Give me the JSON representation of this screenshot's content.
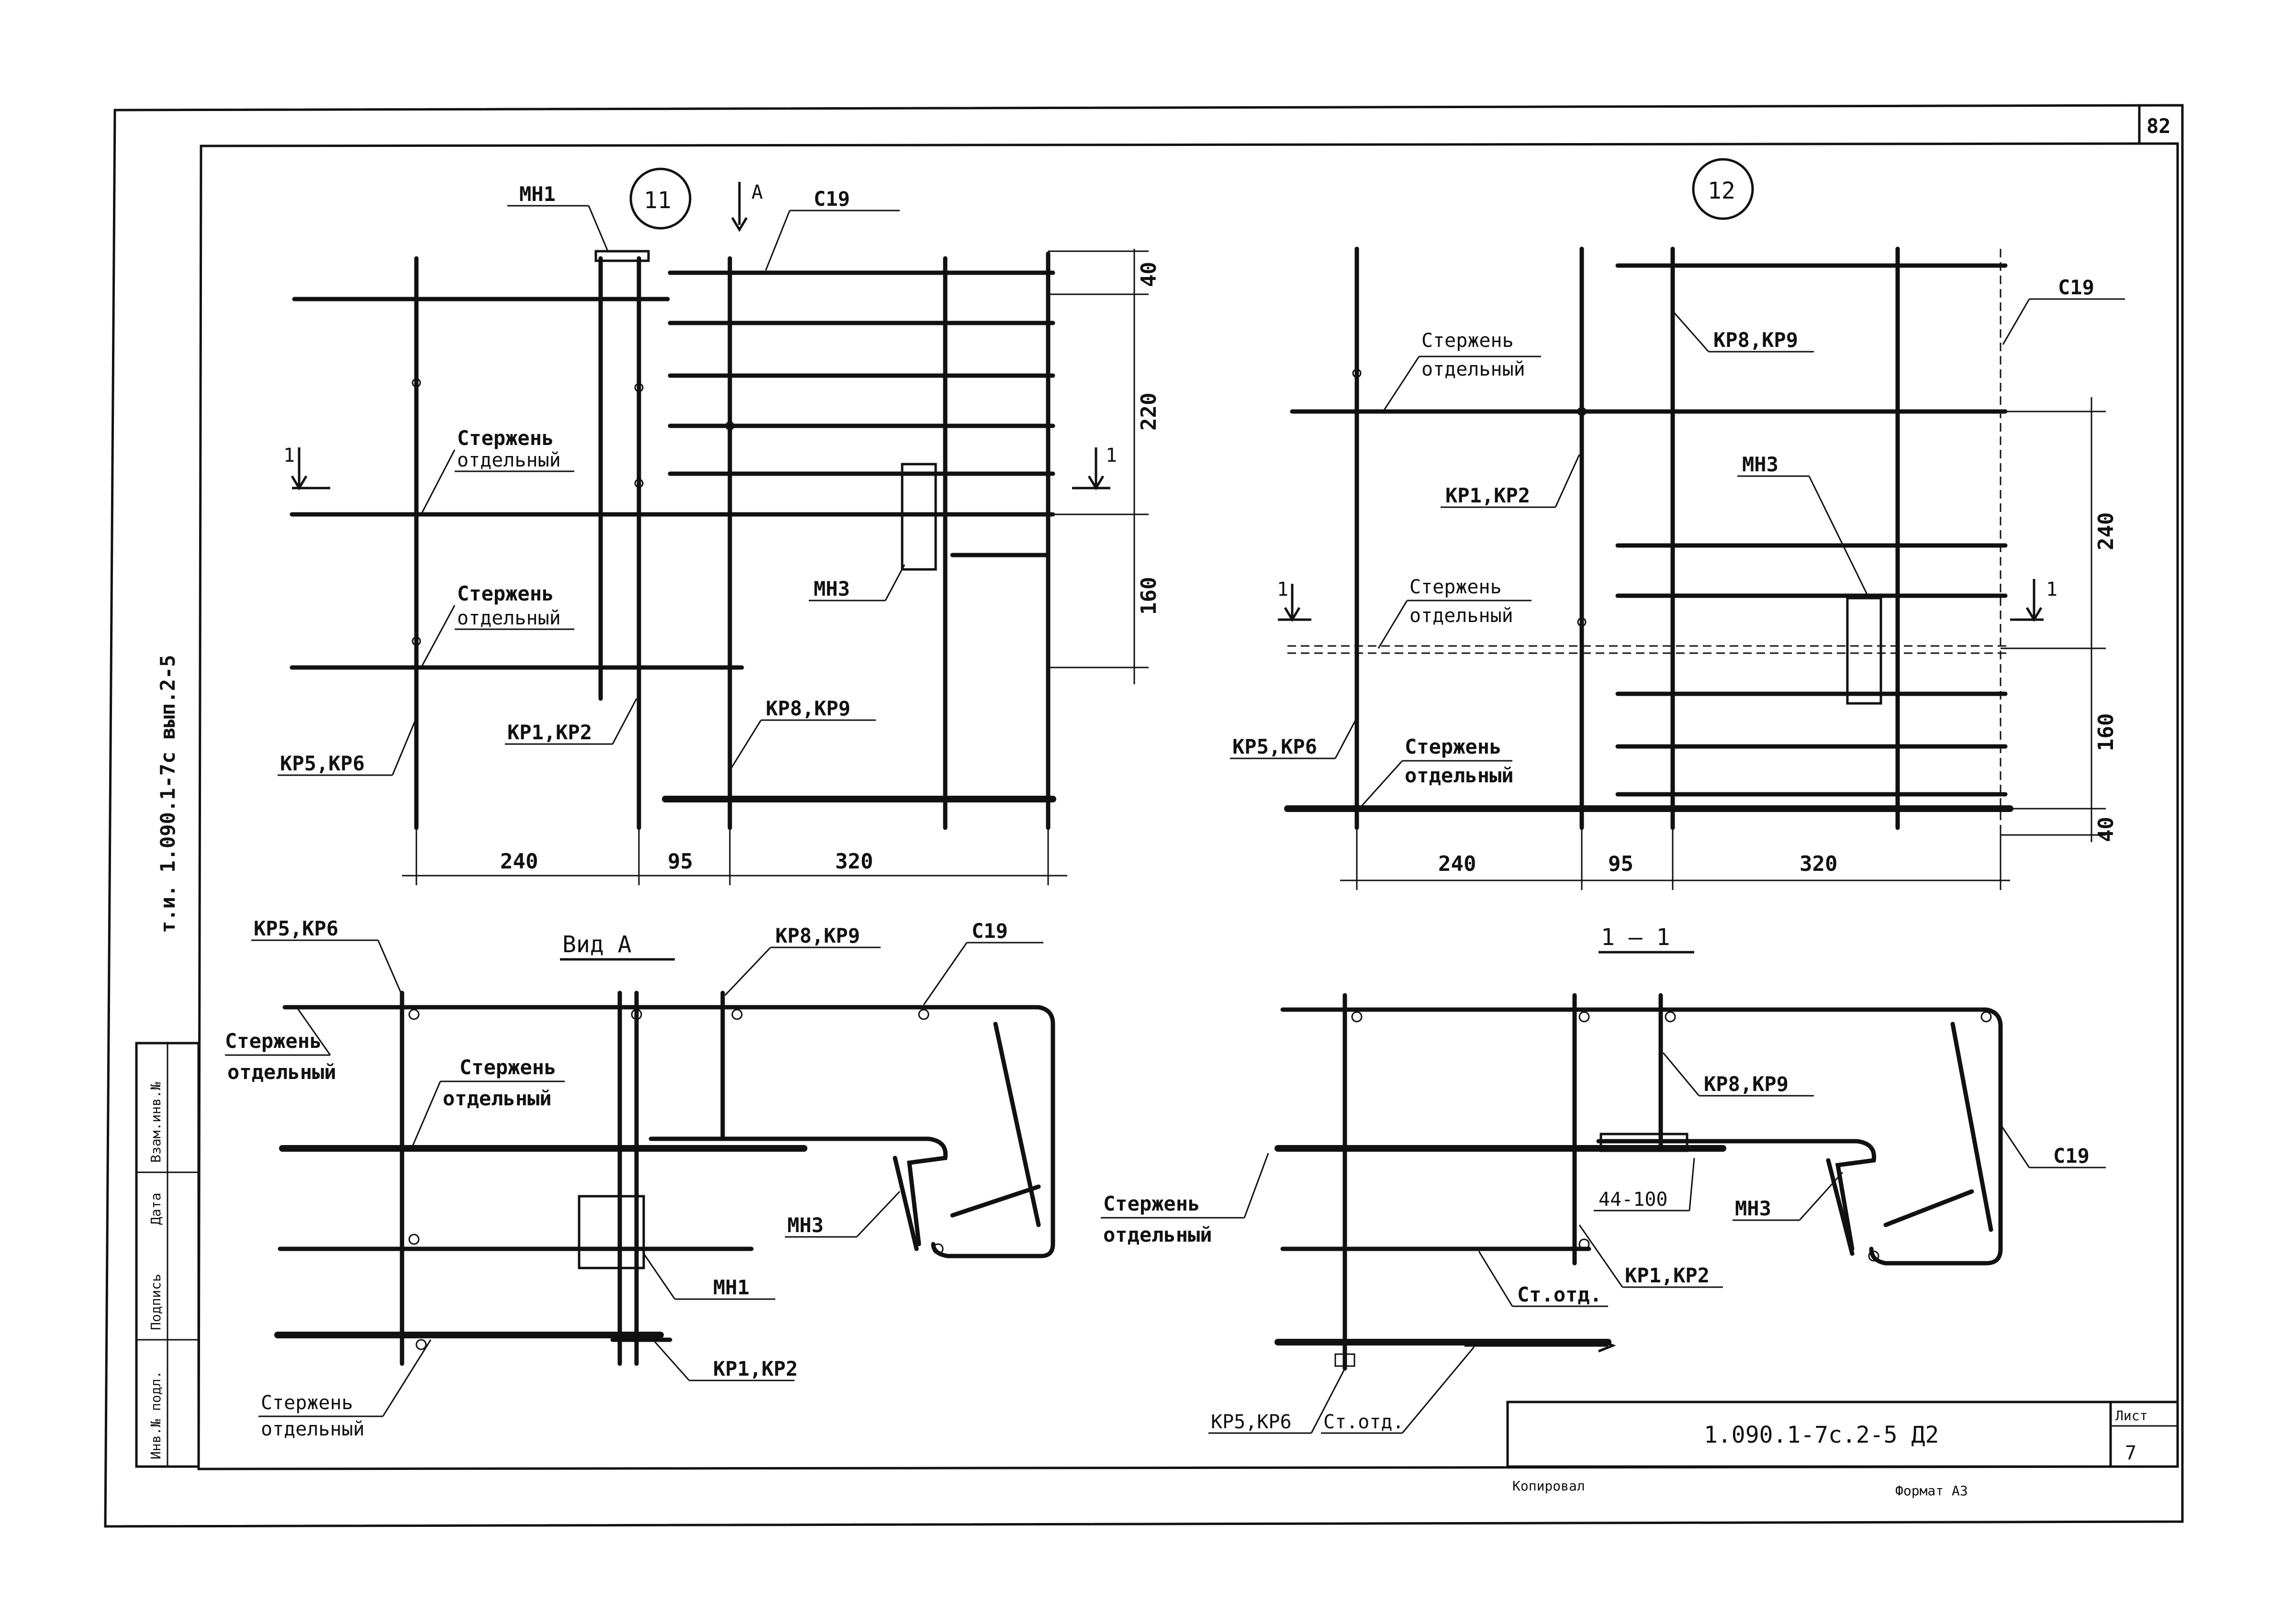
{
  "sheet_number_corner": "82",
  "side_stamp": "т.и. 1.090.1-7с вып.2-5",
  "side_table": {
    "col1": "Инв.№ подл.",
    "col2": "Подпись",
    "col3": "Дата",
    "col4": "Взам.инв.№"
  },
  "title_block": {
    "designation": "1.090.1-7с.2-5  Д2",
    "sheet_label": "Лист",
    "sheet_value": "7",
    "copied": "Копировал",
    "format": "Формат А3"
  },
  "node11": {
    "marker": "11",
    "view_marker": "А",
    "labels": {
      "mn1": "МН1",
      "ci9": "С19",
      "rod1a": "Стержень",
      "rod1b": "отдельный",
      "rod2a": "Стержень",
      "rod2b": "отдельный",
      "mn3": "МН3",
      "kp12": "КР1,КР2",
      "kp89": "КР8,КР9",
      "kp56": "КР5,КР6",
      "sec_left": "1",
      "sec_right": "1"
    },
    "dims_h": [
      "240",
      "95",
      "320"
    ],
    "dims_v": [
      "40",
      "220",
      "160"
    ]
  },
  "node12": {
    "marker": "12",
    "labels": {
      "ci9": "С19",
      "kp89": "КР8,КР9",
      "rod1a": "Стержень",
      "rod1b": "отдельный",
      "kp12": "КР1,КР2",
      "mn3": "МН3",
      "rod2a": "Стержень",
      "rod2b": "отдельный",
      "kp56": "КР5,КР6",
      "rod3a": "Стержень",
      "rod3b": "отдельный",
      "sec_left": "1",
      "sec_right": "1"
    },
    "dims_h": [
      "240",
      "95",
      "320"
    ],
    "dims_v": [
      "240",
      "160",
      "40"
    ]
  },
  "viewA": {
    "title": "Вид А",
    "labels": {
      "kp56": "КР5,КР6",
      "kp89": "КР8,КР9",
      "ci9": "С19",
      "rod1a": "Стержень",
      "rod1b": "отдельный",
      "rod2a": "Стержень",
      "rod2b": "отдельный",
      "mn3": "МН3",
      "mn1": "МН1",
      "kp12": "КР1,КР2",
      "rod3a": "Стержень",
      "rod3b": "отдельный"
    }
  },
  "section11": {
    "title": "1 — 1",
    "labels": {
      "kp89": "КР8,КР9",
      "ci9": "С19",
      "rod1a": "Стержень",
      "rod1b": "отдельный",
      "weld": "44-100",
      "mn3": "МН3",
      "kp12": "КР1,КР2",
      "st_otd1": "Ст.отд.",
      "kp56": "КР5,КР6",
      "st_otd2": "Ст.отд."
    }
  }
}
